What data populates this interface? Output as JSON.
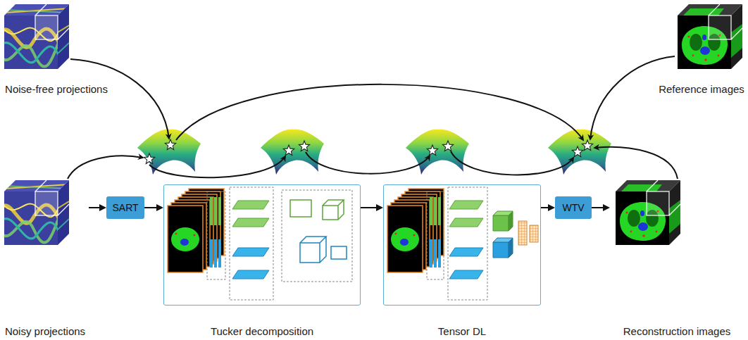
{
  "diagram": {
    "nodes": [
      {
        "text": [
          "Noise-free projections"
        ]
      },
      {
        "text": [
          "Reference images"
        ]
      },
      {
        "text": [
          "Noisy projections"
        ]
      },
      {
        "text": [
          "SART"
        ]
      },
      {
        "text": [
          "Tucker decomposition"
        ]
      },
      {
        "text": [
          "Tensor DL"
        ]
      },
      {
        "text": [
          "WTV"
        ]
      },
      {
        "text": [
          "Reconstruction images"
        ]
      }
    ],
    "edges": [
      {
        "from": 2,
        "to": 3,
        "arrow": "to"
      },
      {
        "from": 3,
        "to": 4,
        "arrow": "to"
      },
      {
        "from": 4,
        "to": 5,
        "arrow": "to"
      },
      {
        "from": 5,
        "to": 6,
        "arrow": "to"
      },
      {
        "from": 6,
        "to": 7,
        "arrow": "to"
      }
    ]
  }
}
